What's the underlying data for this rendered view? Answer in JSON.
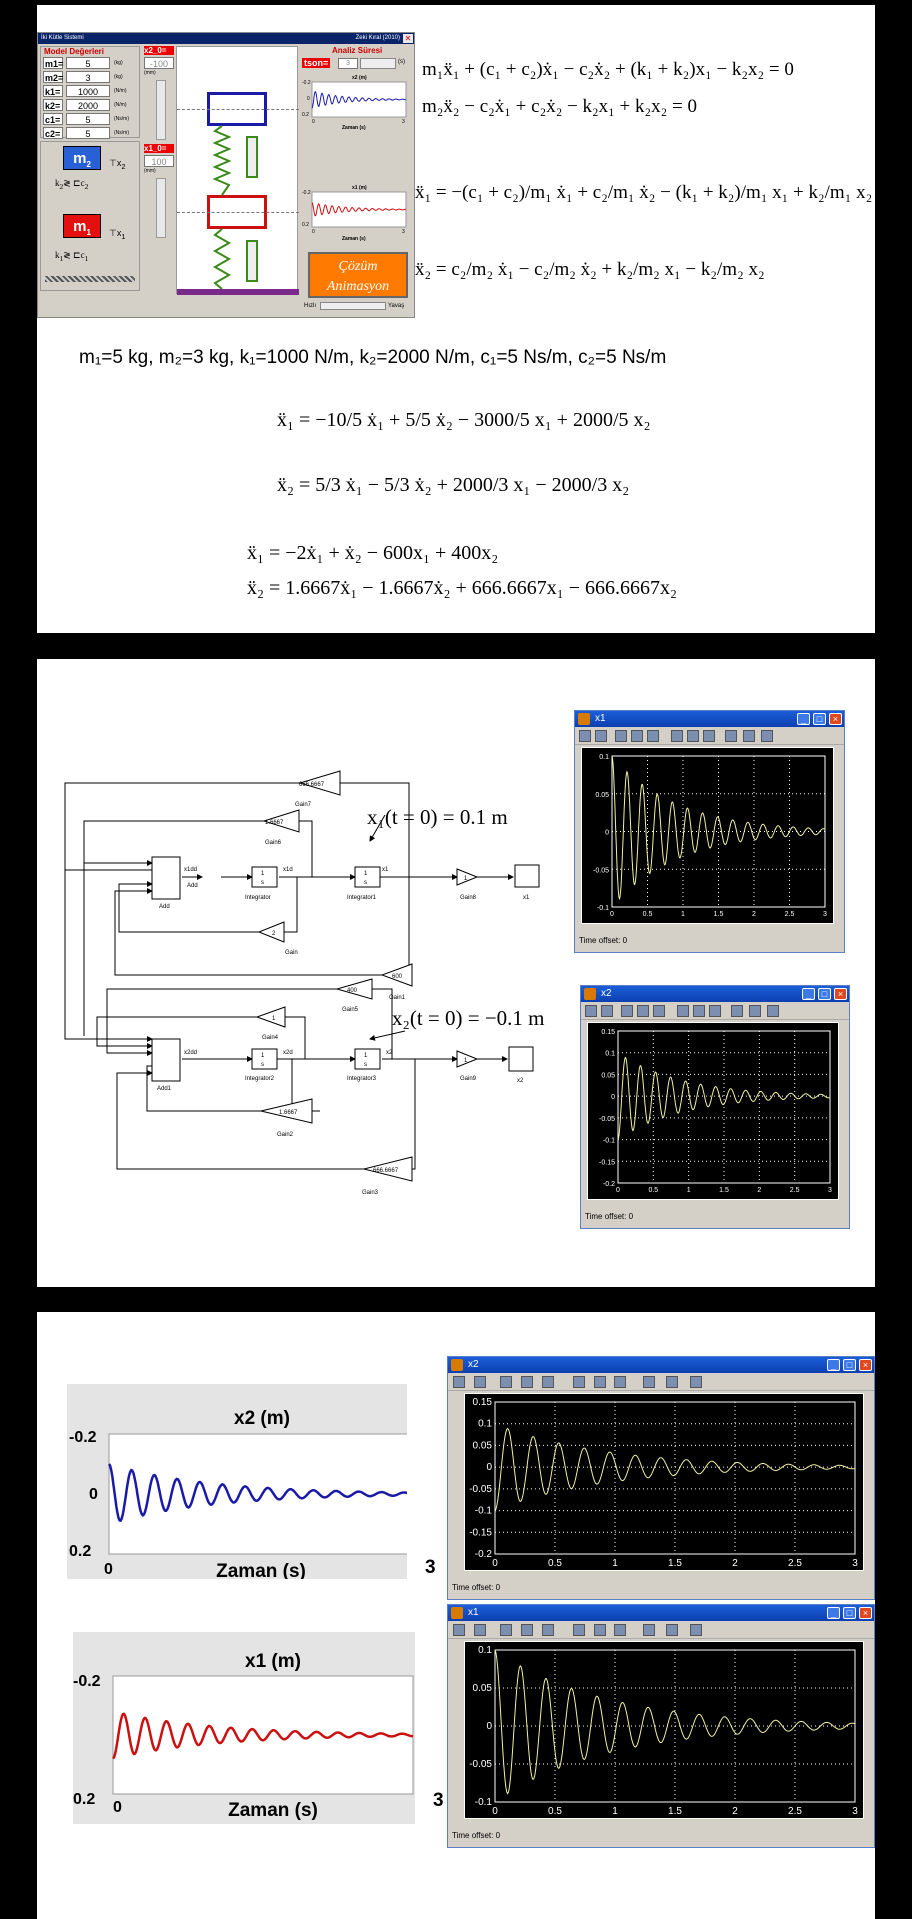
{
  "app": {
    "title": "İki Kütle Sistemi",
    "author": "Zeki Kıral (2010)",
    "model_heading": "Model Değerleri",
    "params": [
      {
        "label": "m1=",
        "value": "5",
        "unit": "(kg)"
      },
      {
        "label": "m2=",
        "value": "3",
        "unit": "(kg)"
      },
      {
        "label": "k1=",
        "value": "1000",
        "unit": "(N/m)"
      },
      {
        "label": "k2=",
        "value": "2000",
        "unit": "(N/m)"
      },
      {
        "label": "c1=",
        "value": "5",
        "unit": "(Ns/m)"
      },
      {
        "label": "c2=",
        "value": "5",
        "unit": "(Ns/m)"
      }
    ],
    "x2_0_label": "x2_0=",
    "x2_0_value": "-100",
    "x1_0_label": "x1_0=",
    "x1_0_value": "100",
    "mm": "(mm)",
    "analysis_heading": "Analiz Süresi",
    "tson_label": "tson=",
    "tson_value": "3",
    "seconds": "(s)",
    "plot_x2_title": "x2 (m)",
    "plot_x1_title": "x1 (m)",
    "time_label": "Zaman (s)",
    "solve_button": "Çözüm Animasyon",
    "speed_fast": "Hızlı",
    "speed_slow": "Yavaş",
    "mini_ticks": {
      "top": "-0.2",
      "mid": "0",
      "bot": "0.2",
      "t0": "0",
      "t3": "3"
    },
    "m1_label": "m",
    "m1_sub": "1",
    "m2_label": "m",
    "m2_sub": "2"
  },
  "equations": {
    "params_line": "m₁=5 kg, m₂=3 kg, k₁=1000 N/m, k₂=2000 N/m, c₁=5 Ns/m, c₂=5 Ns/m",
    "eq1": "m₁ẍ₁ + (c₁ + c₂)ẋ₁ − c₂ẋ₂ + (k₁ + k₂)x₁ − k₂x₂ = 0",
    "eq2": "m₂ẍ₂ − c₂ẋ₁ + c₂ẋ₂ − k₂x₁ + k₂x₂ = 0",
    "eq3": "ẍ₁ = −(c₁ + c₂)/m₁ ẋ₁ + c₂/m₁ ẋ₂ − (k₁ + k₂)/m₁ x₁ + k₂/m₁ x₂",
    "eq4": "ẍ₂ = c₂/m₂ ẋ₁ − c₂/m₂ ẋ₂ + k₂/m₂ x₁ − k₂/m₂ x₂",
    "eq5": "ẍ₁ = −10/5 ẋ₁ + 5/5 ẋ₂ − 3000/5 x₁ + 2000/5 x₂",
    "eq6": "ẍ₂ = 5/3 ẋ₁ − 5/3 ẋ₂ + 2000/3 x₁ − 2000/3 x₂",
    "eq7": "ẍ₁ = −2ẋ₁ + ẋ₂ − 600x₁ + 400x₂",
    "eq8": "ẍ₂ = 1.6667ẋ₁ − 1.6667ẋ₂ + 666.6667x₁ − 666.6667x₂"
  },
  "simulink": {
    "gains": {
      "gain7": "666.6667",
      "gain6": "1.6667",
      "gain": "2",
      "gain1": "600",
      "gain5": "400",
      "gain4": "1",
      "gain2": "1.6667",
      "gain3": "666.6667",
      "gain8": "1",
      "gain9": "1"
    },
    "labels": {
      "gain7": "Gain7",
      "gain6": "Gain6",
      "gain": "Gain",
      "gain1": "Gain1",
      "gain5": "Gain5",
      "gain4": "Gain4",
      "gain2": "Gain2",
      "gain3": "Gain3",
      "gain8": "Gain8",
      "gain9": "Gain9",
      "add": "Add",
      "add1": "Add1",
      "int": "Integrator",
      "int1": "Integrator1",
      "int2": "Integrator2",
      "int3": "Integrator3",
      "x1": "x1",
      "x2": "x2",
      "x1dd": "x1dd",
      "x1d": "x1d",
      "x2dd": "x2dd",
      "x2d": "x2d",
      "s1": "1",
      "ss": "s"
    },
    "init1": "x₁(t = 0) = 0.1 m",
    "init2": "x₂(t = 0) = −0.1 m"
  },
  "scopes": {
    "x1_title": "x1",
    "x2_title": "x2",
    "offset_label": "Time offset:",
    "offset_value": "0",
    "x1_yticks": [
      "0.1",
      "0.05",
      "0",
      "-0.05",
      "-0.1"
    ],
    "x2_yticks": [
      "0.15",
      "0.1",
      "0.05",
      "0",
      "-0.05",
      "-0.1",
      "-0.15",
      "-0.2"
    ],
    "xticks": [
      "0",
      "0.5",
      "1",
      "1.5",
      "2",
      "2.5",
      "3"
    ]
  },
  "chart_data": [
    {
      "type": "line",
      "title": "x1",
      "x_range": [
        0,
        3
      ],
      "y_range": [
        -0.1,
        0.1
      ],
      "series": [
        {
          "values": "decaying oscillation from 0.1",
          "x0": 0.1
        }
      ]
    },
    {
      "type": "line",
      "title": "x2",
      "x_range": [
        0,
        3
      ],
      "y_range": [
        -0.2,
        0.15
      ],
      "series": [
        {
          "values": "decaying oscillation from -0.1",
          "x0": -0.1
        }
      ]
    }
  ],
  "colors": {
    "m2": "#2a60d6",
    "m1": "#e41010",
    "x1_curve": "#cc1010",
    "x2_curve": "#1a1aa8",
    "scope_curve": "#f0f0a0",
    "button": "#ff7a00"
  },
  "big": {
    "x2_title": "x2 (m)",
    "x1_title": "x1 (m)",
    "time": "Zaman (s)",
    "top": "-0.2",
    "mid": "0",
    "bot": "0.2",
    "t0": "0",
    "t3": "3"
  }
}
